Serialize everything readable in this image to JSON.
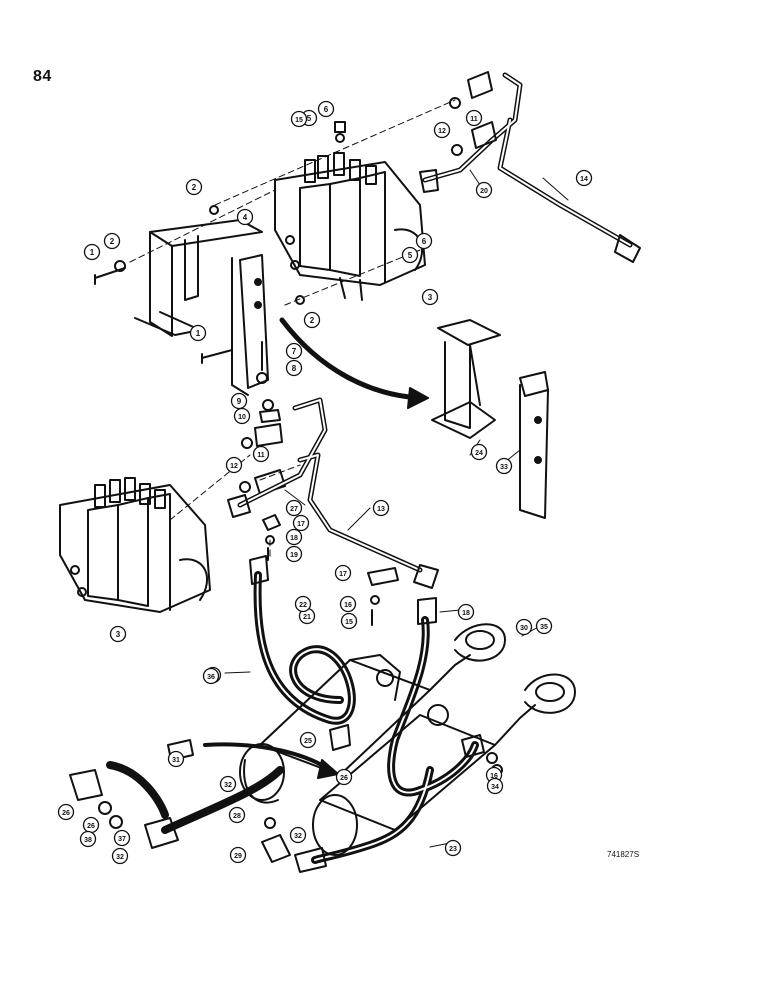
{
  "page": {
    "number": "84",
    "figure_code": "741827S"
  },
  "colors": {
    "ink": "#111111",
    "paper": "#ffffff"
  },
  "callouts": [
    {
      "id": "c1a",
      "label": "1"
    },
    {
      "id": "c1b",
      "label": "1"
    },
    {
      "id": "c2a",
      "label": "2"
    },
    {
      "id": "c2b",
      "label": "2"
    },
    {
      "id": "c2c",
      "label": "2"
    },
    {
      "id": "c3a",
      "label": "3"
    },
    {
      "id": "c3b",
      "label": "3"
    },
    {
      "id": "c4",
      "label": "4"
    },
    {
      "id": "c5a",
      "label": "5"
    },
    {
      "id": "c5b",
      "label": "5"
    },
    {
      "id": "c6a",
      "label": "6"
    },
    {
      "id": "c6b",
      "label": "6"
    },
    {
      "id": "c7",
      "label": "7"
    },
    {
      "id": "c8",
      "label": "8"
    },
    {
      "id": "c9",
      "label": "9"
    },
    {
      "id": "c10",
      "label": "10"
    },
    {
      "id": "c11a",
      "label": "11"
    },
    {
      "id": "c11b",
      "label": "11"
    },
    {
      "id": "c12a",
      "label": "12"
    },
    {
      "id": "c12b",
      "label": "12"
    },
    {
      "id": "c13",
      "label": "13"
    },
    {
      "id": "c14",
      "label": "14"
    },
    {
      "id": "c15a",
      "label": "15"
    },
    {
      "id": "c15b",
      "label": "15"
    },
    {
      "id": "c16a",
      "label": "16"
    },
    {
      "id": "c16b",
      "label": "16"
    },
    {
      "id": "c17a",
      "label": "17"
    },
    {
      "id": "c17b",
      "label": "17"
    },
    {
      "id": "c18a",
      "label": "18"
    },
    {
      "id": "c18b",
      "label": "18"
    },
    {
      "id": "c19",
      "label": "19"
    },
    {
      "id": "c20",
      "label": "20"
    },
    {
      "id": "c21",
      "label": "21"
    },
    {
      "id": "c22",
      "label": "22"
    },
    {
      "id": "c23",
      "label": "23"
    },
    {
      "id": "c24",
      "label": "24"
    },
    {
      "id": "c25a",
      "label": "25"
    },
    {
      "id": "c25b",
      "label": "25"
    },
    {
      "id": "c26a",
      "label": "26"
    },
    {
      "id": "c26b",
      "label": "26"
    },
    {
      "id": "c26c",
      "label": "26"
    },
    {
      "id": "c27",
      "label": "27"
    },
    {
      "id": "c28",
      "label": "28"
    },
    {
      "id": "c29",
      "label": "29"
    },
    {
      "id": "c30",
      "label": "30"
    },
    {
      "id": "c31",
      "label": "31"
    },
    {
      "id": "c32a",
      "label": "32"
    },
    {
      "id": "c32b",
      "label": "32"
    },
    {
      "id": "c32c",
      "label": "32"
    },
    {
      "id": "c33",
      "label": "33"
    },
    {
      "id": "c34",
      "label": "34"
    },
    {
      "id": "c35",
      "label": "35"
    },
    {
      "id": "c36",
      "label": "36"
    },
    {
      "id": "c37",
      "label": "37"
    },
    {
      "id": "c38",
      "label": "38"
    }
  ]
}
